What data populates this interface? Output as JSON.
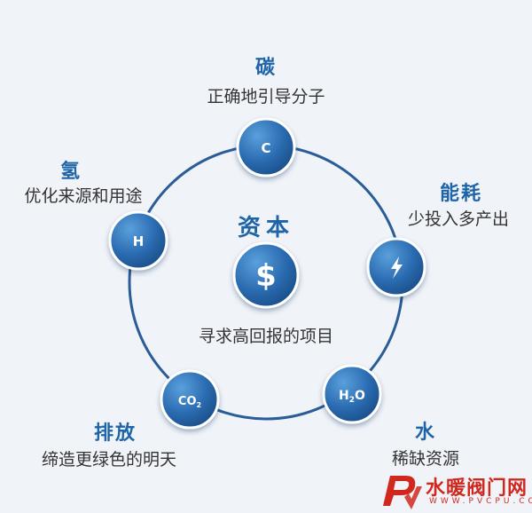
{
  "center": {
    "title": "资本",
    "icon": "dollar-icon",
    "icon_glyph": "$",
    "desc": "寻求高回报的项目"
  },
  "nodes": [
    {
      "id": "carbon",
      "label": "碳",
      "desc": "正确地引导分子",
      "icon": "carbon-icon",
      "glyph": "C"
    },
    {
      "id": "energy",
      "label": "能耗",
      "desc": "少投入多产出",
      "icon": "lightning-icon",
      "glyph": "⚡"
    },
    {
      "id": "water",
      "label": "水",
      "desc": "稀缺资源",
      "icon": "water-icon",
      "glyph": "H2O"
    },
    {
      "id": "emission",
      "label": "排放",
      "desc": "缔造更绿色的明天",
      "icon": "co2-icon",
      "glyph": "CO2"
    },
    {
      "id": "hydrogen",
      "label": "氢",
      "desc": "优化来源和用途",
      "icon": "hydrogen-icon",
      "glyph": "H"
    }
  ],
  "colors": {
    "background": "#f0f4f9",
    "ring": "#2a5c97",
    "node_fill": "#2a6bb0",
    "label": "#1f64a6",
    "watermark": "#d1281e"
  },
  "watermark": {
    "logo": "pv-logo",
    "text": "水暖阀门网",
    "sub": "WWW.PVCPU.COM"
  }
}
